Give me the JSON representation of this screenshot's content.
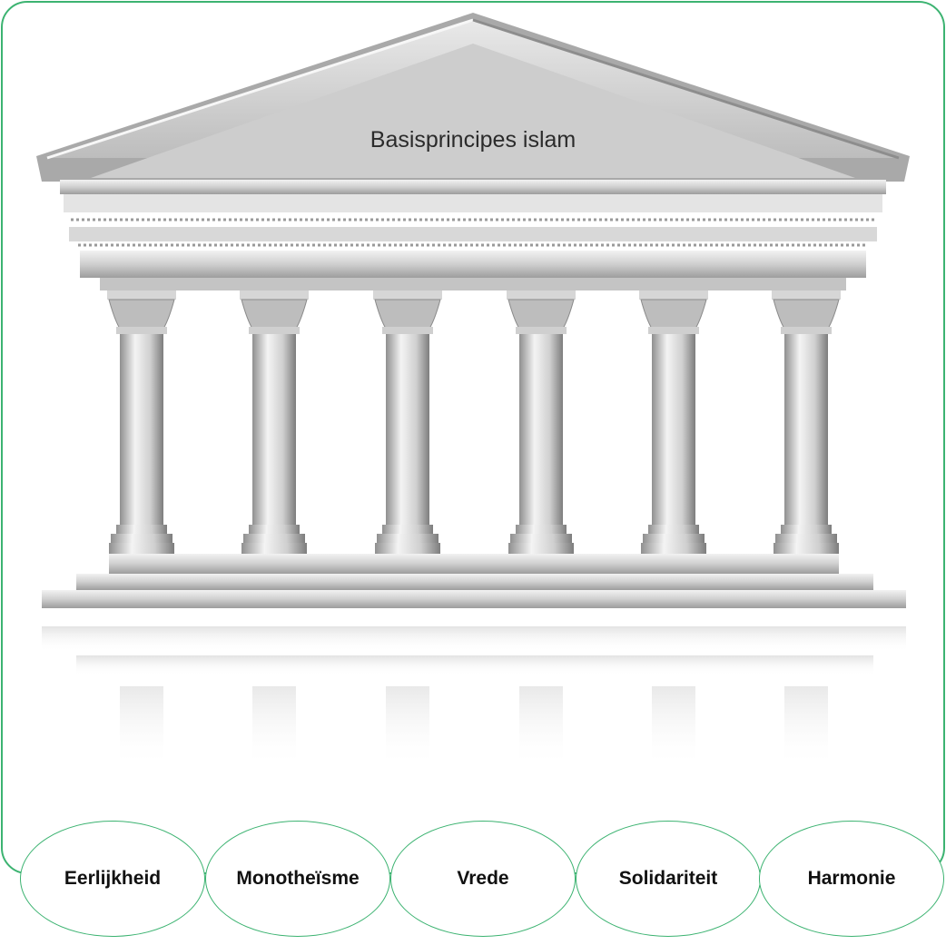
{
  "title": "Basisprincipes islam",
  "pillars": [
    "Eerlijkheid",
    "Monotheïsme",
    "Vrede",
    "Solidariteit",
    "Harmonie"
  ],
  "colors": {
    "frame": "#3cb371",
    "stone_light": "#f4f4f4",
    "stone_mid": "#c9c9c9",
    "stone_dark": "#8f8f8f",
    "text": "#111111"
  }
}
